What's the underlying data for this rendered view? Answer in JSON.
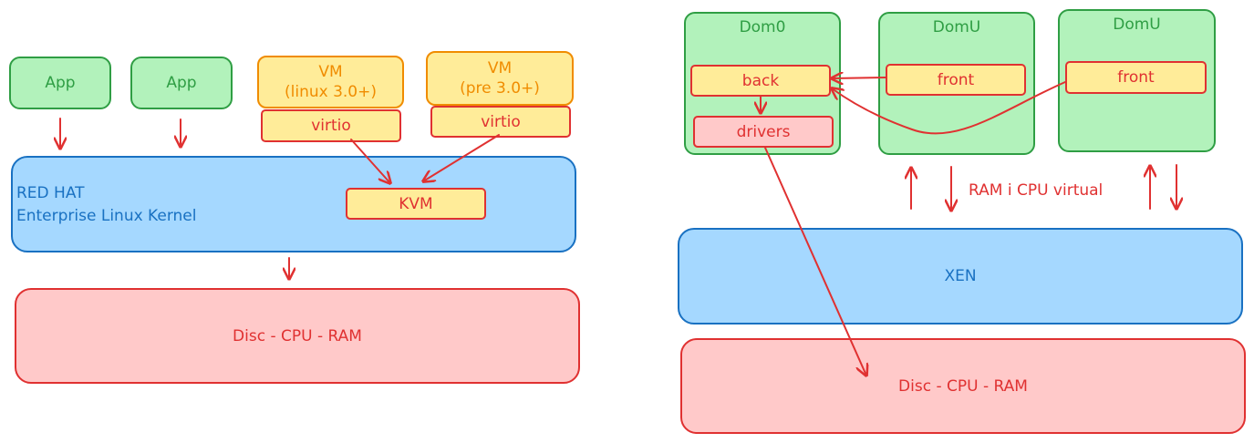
{
  "kvm_diagram": {
    "apps": [
      "App",
      "App"
    ],
    "vm1": {
      "label": "VM\n(linux 3.0+)",
      "driver": "virtio"
    },
    "vm2": {
      "label": "VM\n(pre 3.0+)",
      "driver": "virtio"
    },
    "kernel": {
      "line1": "RED HAT",
      "line2": "Enterprise Linux Kernel"
    },
    "hypervisor": "KVM",
    "hardware": "Disc - CPU - RAM"
  },
  "xen_diagram": {
    "dom0": {
      "title": "Dom0",
      "back": "back",
      "drivers": "drivers"
    },
    "domu1": {
      "title": "DomU",
      "front": "front"
    },
    "domu2": {
      "title": "DomU",
      "front": "front"
    },
    "virtual_label": "RAM i CPU virtual",
    "hypervisor": "XEN",
    "hardware": "Disc - CPU - RAM"
  },
  "colors": {
    "green_fill": "#b2f2bb",
    "green_stroke": "#2f9e44",
    "yellow_fill": "#ffec99",
    "orange_stroke": "#f08c00",
    "blue_fill": "#a5d8ff",
    "blue_stroke": "#1971c2",
    "red_fill": "#ffc9c9",
    "red_stroke": "#e03131"
  }
}
